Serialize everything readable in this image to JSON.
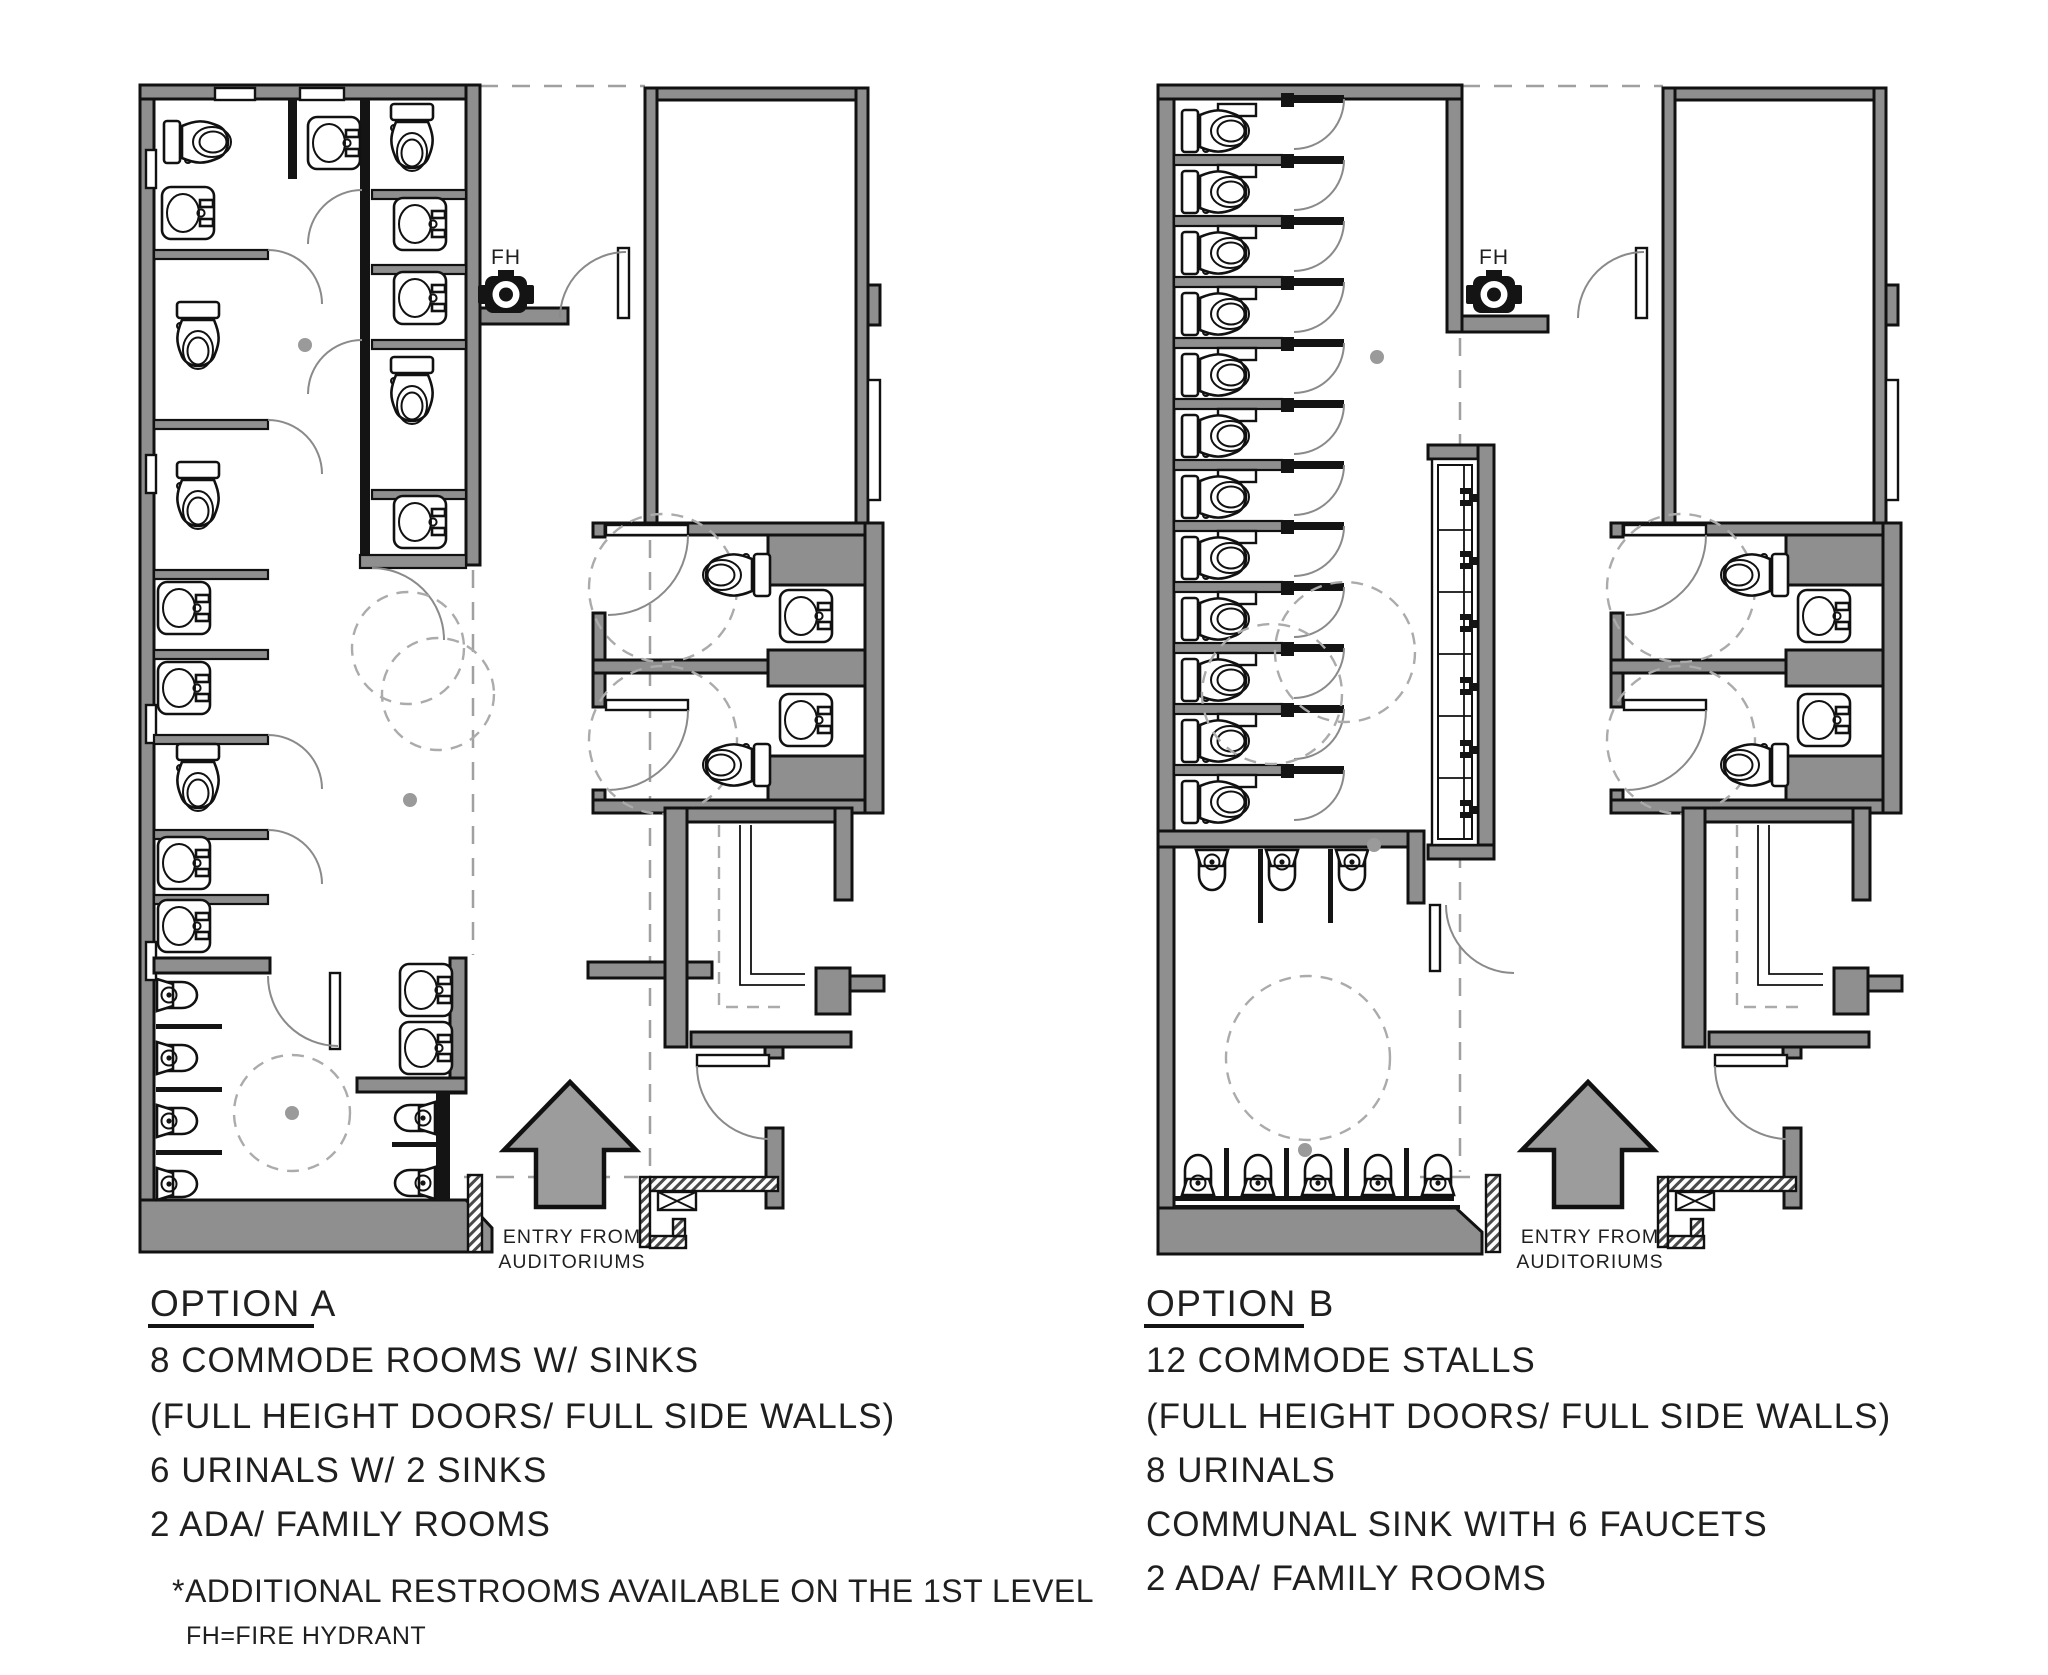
{
  "document": {
    "type": "restroom-floor-plan-comparison"
  },
  "colors": {
    "wall_gray": "#8f8f8f",
    "arrow_gray": "#9c9c9c",
    "dash_gray": "#a0a0a0",
    "line_black": "#141414"
  },
  "legend": {
    "fh_label": "FH"
  },
  "entry": {
    "line1": "ENTRY FROM",
    "line2": "AUDITORIUMS"
  },
  "footnote": {
    "line1": "*ADDITIONAL RESTROOMS AVAILABLE ON THE 1ST LEVEL",
    "line2": "FH=FIRE HYDRANT"
  },
  "plans": [
    {
      "id": "option-a",
      "title": "OPTION A",
      "specs": [
        "8 COMMODE ROOMS W/ SINKS",
        "(FULL HEIGHT DOORS/ FULL SIDE WALLS)",
        "6 URINALS W/ 2 SINKS",
        "2 ADA/ FAMILY ROOMS"
      ]
    },
    {
      "id": "option-b",
      "title": "OPTION B",
      "specs": [
        "12 COMMODE STALLS",
        "(FULL HEIGHT DOORS/ FULL SIDE WALLS)",
        "8 URINALS",
        "COMMUNAL SINK WITH 6 FAUCETS",
        "2 ADA/ FAMILY ROOMS"
      ]
    }
  ]
}
